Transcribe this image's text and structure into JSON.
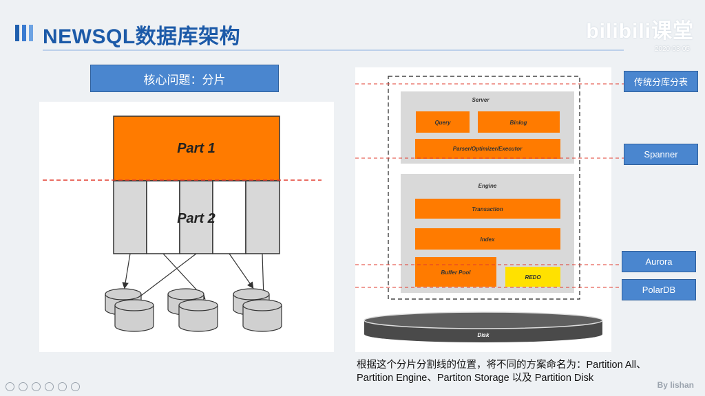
{
  "header": {
    "title": "NEWSQL数据库架构",
    "logo": "bilibili课堂",
    "logo_sub": "2020-03-05"
  },
  "core_question": "核心问题：分片",
  "left_diagram": {
    "part1": "Part 1",
    "part2": "Part 2"
  },
  "right_diagram": {
    "server": "Server",
    "query": "Query",
    "binlog": "Binlog",
    "parser": "Parser/Optimizer/Executor",
    "engine": "Engine",
    "transaction": "Transaction",
    "index": "Index",
    "buffer_pool": "Buffer Pool",
    "redo": "REDO",
    "disk": "Disk"
  },
  "side_labels": {
    "traditional": "传统分库分表",
    "spanner": "Spanner",
    "aurora": "Aurora",
    "polardb": "PolarDB"
  },
  "caption": {
    "line1": "根据这个分片分割线的位置，将不同的方案命名为：Partition All、",
    "line2": "Partition Engine、Partiton Storage 以及 Partition Disk"
  },
  "footer": {
    "signature": "By lishan"
  },
  "colors": {
    "title_blue": "#1c5aa8",
    "label_blue": "#4a86cf",
    "orange": "#ff7b00",
    "yellow": "#ffe100",
    "divider_red": "#e23b2e"
  }
}
